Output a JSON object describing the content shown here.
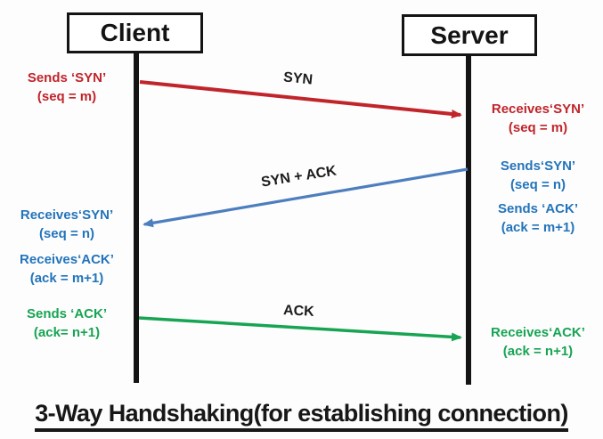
{
  "colors": {
    "red": "#c0252b",
    "blue": "#2374bb",
    "blue_arrow": "#4d7ebf",
    "green": "#17a453",
    "black": "#141414"
  },
  "actors": {
    "client": "Client",
    "server": "Server"
  },
  "messages": [
    {
      "label": "SYN",
      "color": "red",
      "from": "client",
      "to": "server"
    },
    {
      "label": "SYN + ACK",
      "color": "blue",
      "from": "server",
      "to": "client"
    },
    {
      "label": "ACK",
      "color": "green",
      "from": "client",
      "to": "server"
    }
  ],
  "annotations": {
    "client": [
      {
        "line1": "Sends ‘SYN’",
        "line2": "(seq = m)",
        "color": "red"
      },
      {
        "line1": "Receives‘SYN’",
        "line2": "(seq = n)",
        "color": "blue"
      },
      {
        "line1": "Receives‘ACK’",
        "line2": "(ack = m+1)",
        "color": "blue"
      },
      {
        "line1": "Sends ‘ACK’",
        "line2": "(ack= n+1)",
        "color": "green"
      }
    ],
    "server": [
      {
        "line1": "Receives‘SYN’",
        "line2": "(seq = m)",
        "color": "red"
      },
      {
        "line1": "Sends‘SYN’",
        "line2": "(seq = n)",
        "color": "blue"
      },
      {
        "line1": "Sends ‘ACK’",
        "line2": "(ack = m+1)",
        "color": "blue"
      },
      {
        "line1": "Receives‘ACK’",
        "line2": "(ack = n+1)",
        "color": "green"
      }
    ]
  },
  "title": "3-Way Handshaking(for establishing connection)"
}
